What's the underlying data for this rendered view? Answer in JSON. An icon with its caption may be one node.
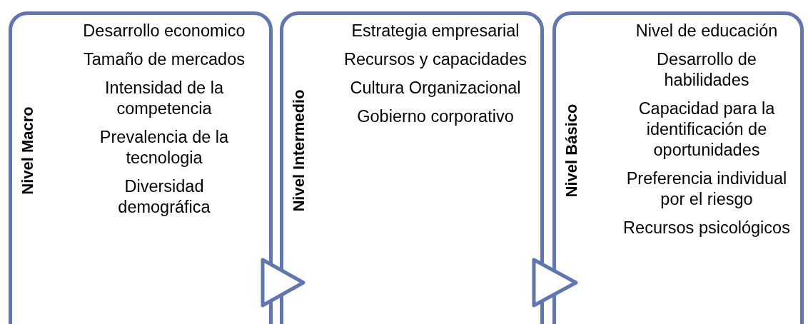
{
  "diagram": {
    "nodes": [
      {
        "text": [
          "Nivel Macro",
          "Desarrollo economico",
          "Tamaño de mercados",
          "Intensidad de la competencia",
          "Prevalencia de la tecnologia",
          "Diversidad demográfica"
        ]
      },
      {
        "text": [
          "Nivel Intermedio",
          "Estrategia empresarial",
          "Recursos y capacidades",
          "Cultura Organizacional",
          "Gobierno corporativo"
        ]
      },
      {
        "text": [
          "Nivel Básico",
          "Nivel de educación",
          "Desarrollo de habilidades",
          "Capacidad para la identificación de oportunidades",
          "Preferencia individual por el riesgo",
          "Recursos psicológicos"
        ]
      }
    ],
    "edges": [
      {
        "from": 0,
        "to": 1,
        "arrow": "to"
      },
      {
        "from": 1,
        "to": 2,
        "arrow": "to"
      }
    ]
  }
}
